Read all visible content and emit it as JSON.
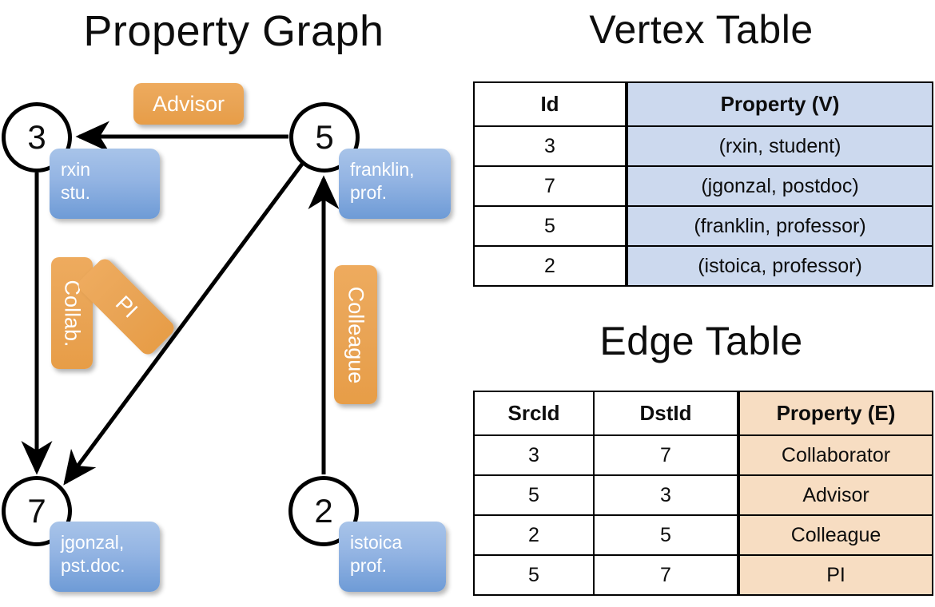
{
  "titles": {
    "property_graph": "Property Graph",
    "vertex_table": "Vertex Table",
    "edge_table": "Edge Table"
  },
  "colors": {
    "vertex_property_fill": "#ccd9ee",
    "edge_property_fill": "#f7ddc2",
    "callout_blue": "#93b4e3",
    "edge_label_orange": "#e9a455",
    "stroke": "#000000",
    "background": "#ffffff"
  },
  "graph": {
    "nodes": [
      {
        "id": "3",
        "label": "3",
        "property_line1": "rxin",
        "property_line2": "stu."
      },
      {
        "id": "5",
        "label": "5",
        "property_line1": "franklin,",
        "property_line2": "prof."
      },
      {
        "id": "7",
        "label": "7",
        "property_line1": "jgonzal,",
        "property_line2": "pst.doc."
      },
      {
        "id": "2",
        "label": "2",
        "property_line1": "istoica",
        "property_line2": "prof."
      }
    ],
    "edge_labels": [
      {
        "key": "advisor",
        "text": "Advisor",
        "orientation": "horizontal"
      },
      {
        "key": "collab",
        "text": "Collab.",
        "orientation": "vertical"
      },
      {
        "key": "pi",
        "text": "PI",
        "orientation": "diagonal"
      },
      {
        "key": "colleague",
        "text": "Colleague",
        "orientation": "vertical"
      }
    ],
    "edges": [
      {
        "src": "5",
        "dst": "3",
        "label": "Advisor"
      },
      {
        "src": "3",
        "dst": "7",
        "label": "Collab."
      },
      {
        "src": "5",
        "dst": "7",
        "label": "PI"
      },
      {
        "src": "2",
        "dst": "5",
        "label": "Colleague"
      }
    ]
  },
  "vertex_table": {
    "headers": [
      "Id",
      "Property (V)"
    ],
    "rows": [
      {
        "id": "3",
        "property": "(rxin, student)"
      },
      {
        "id": "7",
        "property": "(jgonzal, postdoc)"
      },
      {
        "id": "5",
        "property": "(franklin, professor)"
      },
      {
        "id": "2",
        "property": "(istoica, professor)"
      }
    ]
  },
  "edge_table": {
    "headers": [
      "SrcId",
      "DstId",
      "Property (E)"
    ],
    "rows": [
      {
        "src": "3",
        "dst": "7",
        "property": "Collaborator"
      },
      {
        "src": "5",
        "dst": "3",
        "property": "Advisor"
      },
      {
        "src": "2",
        "dst": "5",
        "property": "Colleague"
      },
      {
        "src": "5",
        "dst": "7",
        "property": "PI"
      }
    ]
  }
}
